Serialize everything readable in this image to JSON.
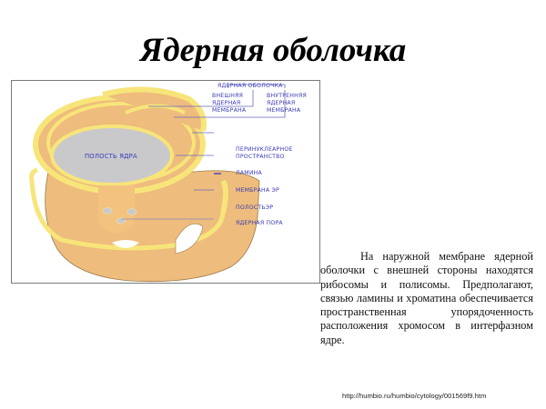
{
  "slide": {
    "title": "Ядерная оболочка",
    "figure": {
      "labels": {
        "nuclear_envelope": "ЯДЕРНАЯ ОБОЛОЧКА",
        "outer_membrane": "ВНЕШНЯЯ\nЯДЕРНАЯ\nМЕМБРАНА",
        "inner_membrane": "ВНУТРЕННЯЯ\nЯДЕРНАЯ\nМЕМБРАНА",
        "nuclear_cavity": "ПОЛОСТЬ ЯДРА",
        "perinuclear_space": "ПЕРИНУКЛЕАРНОЕ\nПРОСТРАНСТВО",
        "lamina": "ЛАМИНА",
        "er_membrane": "МЕМБРАНА ЭР",
        "er_cavity": "ПОЛОСТЬЭР",
        "nuclear_pore": "ЯДЕРНАЯ ПОРА"
      },
      "colors": {
        "label_text": "#3a3ab8",
        "membrane_yellow": "#f7e57a",
        "envelope_tan": "#eebc7c",
        "cavity_gray": "#c9c9cc",
        "leader_line": "#6a6ac0"
      }
    },
    "body_text": "На наружной мембране ядерной оболочки с внешней стороны находятся рибосомы и полисомы. Предполагают, связью ламины и хроматина обеспечивается пространственная упорядоченность расположения хромосом в интерфазном ядре.",
    "source_url": "http://humbio.ru/humbio/cytology/001569f9.htm"
  }
}
